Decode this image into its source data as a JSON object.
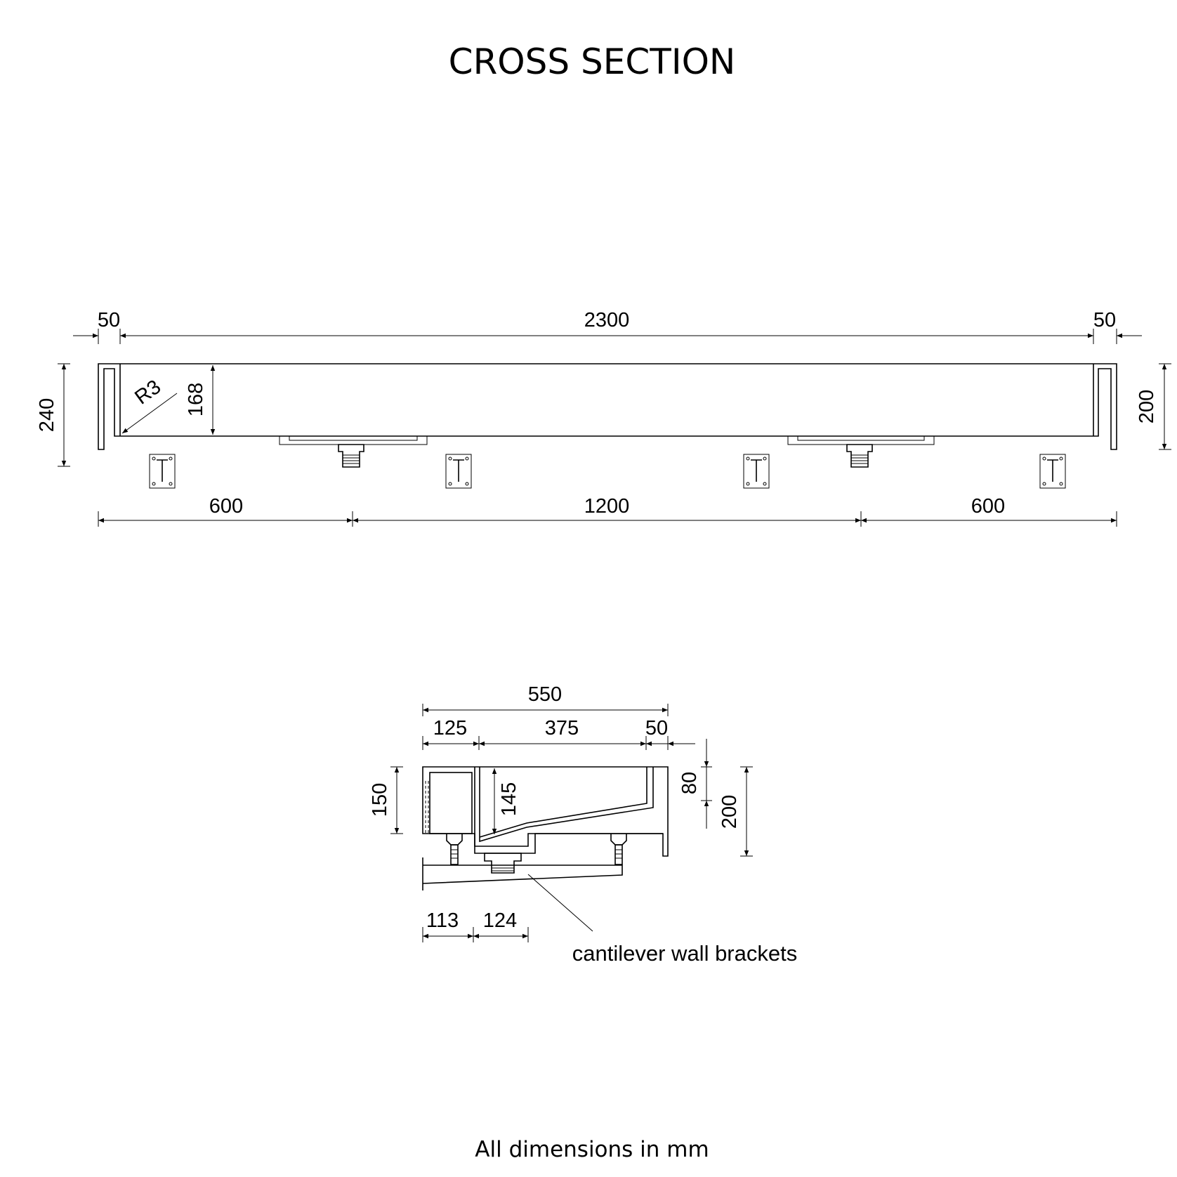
{
  "title": "CROSS SECTION",
  "footer_note": "All dimensions in mm",
  "front_view": {
    "dims": {
      "left_wall": "50",
      "overall_length": "2300",
      "right_wall": "50",
      "height_left": "240",
      "height_right": "200",
      "inner_depth": "168",
      "radius": "R3",
      "waste_offset_left": "600",
      "waste_spacing": "1200",
      "waste_offset_right": "600"
    }
  },
  "side_view": {
    "dims": {
      "overall_width": "550",
      "rear_section": "125",
      "basin_width": "375",
      "front_lip": "50",
      "rear_height": "150",
      "basin_depth": "145",
      "lip_height": "80",
      "total_height": "200",
      "bracket_offset_1": "113",
      "bracket_offset_2": "124"
    },
    "callout": "cantilever wall brackets"
  }
}
